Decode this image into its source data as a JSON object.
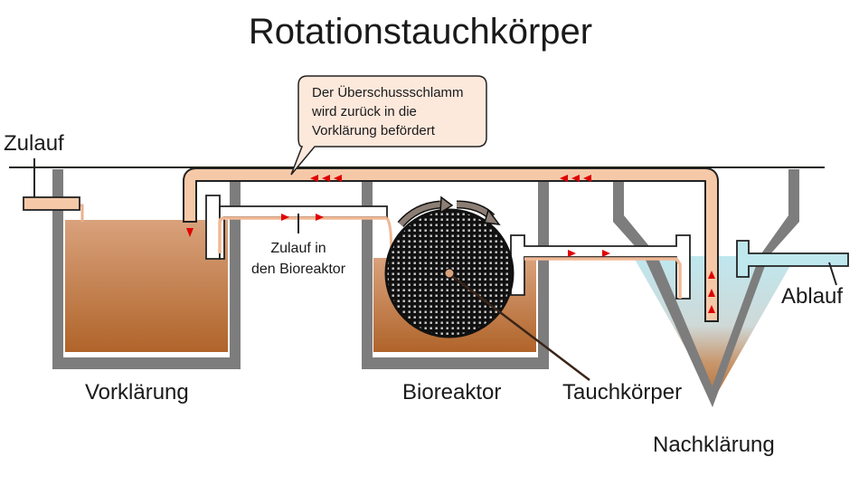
{
  "title": "Rotationstauchkörper",
  "labels": {
    "zulauf": "Zulauf",
    "zulauf_bioreaktor_line1": "Zulauf in",
    "zulauf_bioreaktor_line2": "den Bioreaktor",
    "vorklaerung": "Vorklärung",
    "bioreaktor": "Bioreaktor",
    "tauchkoerper": "Tauchkörper",
    "nachklaerung": "Nachklärung",
    "ablauf": "Ablauf"
  },
  "callout": {
    "line1": "Der Überschussschlamm",
    "line2": "wird zurück in die",
    "line3": "Vorklärung befördert"
  },
  "colors": {
    "wall": "#7d7d7d",
    "sludge_top": "#d9a27c",
    "sludge_bottom": "#b0642a",
    "pipe_fill": "#f5c9a8",
    "pipe_outline": "#222222",
    "clear_water": "#bfe7ee",
    "arrow": "#e00000",
    "callout_bg": "#fde8dc",
    "disc": "#111111",
    "rotation_arrow": "#8c7e74"
  }
}
